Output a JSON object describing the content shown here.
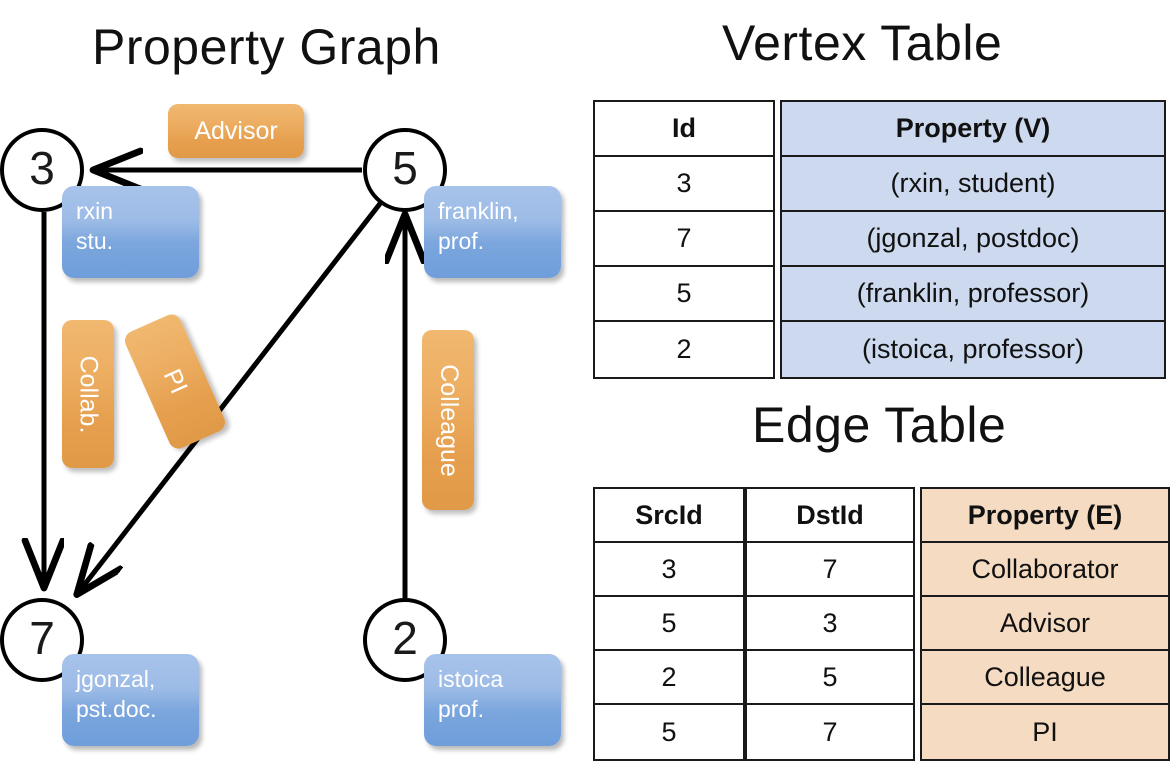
{
  "graph": {
    "title": "Property Graph",
    "vertices": [
      {
        "id": "3",
        "name": "vertex-3",
        "prop_lines": [
          "rxin",
          "stu."
        ]
      },
      {
        "id": "5",
        "name": "vertex-5",
        "prop_lines": [
          "franklin,",
          "prof."
        ]
      },
      {
        "id": "7",
        "name": "vertex-7",
        "prop_lines": [
          "jgonzal,",
          "pst.doc."
        ]
      },
      {
        "id": "2",
        "name": "vertex-2",
        "prop_lines": [
          "istoica",
          "prof."
        ]
      }
    ],
    "edge_labels": [
      {
        "key": "advisor",
        "text": "Advisor"
      },
      {
        "key": "collab",
        "text": "Collab."
      },
      {
        "key": "pi",
        "text": "PI"
      },
      {
        "key": "colleague",
        "text": "Colleague"
      }
    ],
    "edges": [
      {
        "from": "5",
        "to": "3",
        "label": "Advisor"
      },
      {
        "from": "3",
        "to": "7",
        "label": "Collab."
      },
      {
        "from": "5",
        "to": "7",
        "label": "PI"
      },
      {
        "from": "2",
        "to": "5",
        "label": "Colleague"
      }
    ]
  },
  "vertex_table": {
    "title": "Vertex Table",
    "headers": [
      "Id",
      "Property (V)"
    ],
    "rows": [
      {
        "id": "3",
        "property": "(rxin, student)"
      },
      {
        "id": "7",
        "property": "(jgonzal, postdoc)"
      },
      {
        "id": "5",
        "property": "(franklin, professor)"
      },
      {
        "id": "2",
        "property": "(istoica, professor)"
      }
    ]
  },
  "edge_table": {
    "title": "Edge Table",
    "headers": [
      "SrcId",
      "DstId",
      "Property (E)"
    ],
    "rows": [
      {
        "src": "3",
        "dst": "7",
        "property": "Collaborator"
      },
      {
        "src": "5",
        "dst": "3",
        "property": "Advisor"
      },
      {
        "src": "2",
        "dst": "5",
        "property": "Colleague"
      },
      {
        "src": "5",
        "dst": "7",
        "property": "PI"
      }
    ]
  },
  "colors": {
    "vertex_property_fill": "#7ba6dd",
    "edge_label_fill": "#e9a455",
    "vertex_table_header_fill": "#ccd9ee",
    "edge_table_header_fill": "#f4dbc2",
    "stroke": "#000000"
  }
}
